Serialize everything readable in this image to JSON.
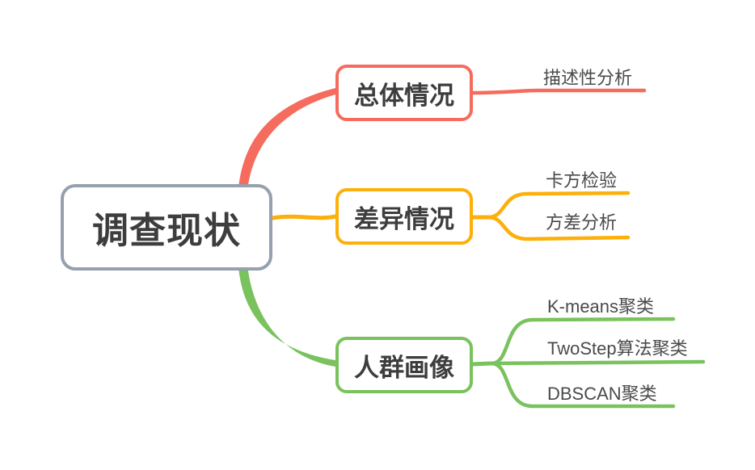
{
  "colors": {
    "root_border": "#96a0ae",
    "branch_overall": "#f56c5e",
    "branch_diff": "#fdaf0a",
    "branch_persona": "#79c25d",
    "node_text": "#3d3d3d",
    "leaf_text": "#4a4a4a"
  },
  "root": {
    "label": "调查现状"
  },
  "branches": [
    {
      "label": "总体情况",
      "children": [
        {
          "label": "描述性分析"
        }
      ]
    },
    {
      "label": "差异情况",
      "children": [
        {
          "label": "卡方检验"
        },
        {
          "label": "方差分析"
        }
      ]
    },
    {
      "label": "人群画像",
      "children": [
        {
          "label": "K-means聚类"
        },
        {
          "label": "TwoStep算法聚类"
        },
        {
          "label": "DBSCAN聚类"
        }
      ]
    }
  ]
}
